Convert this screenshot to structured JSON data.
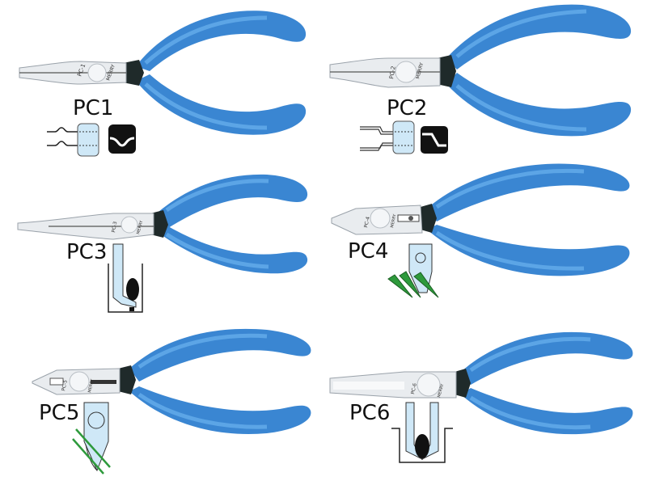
{
  "catalog": {
    "brand": "MERRY",
    "colors": {
      "handle": "#3a86d2",
      "handle_highlight": "#6bb2ee",
      "handle_shadow": "#2a6cb0",
      "steel": "#e9ecef",
      "steel_dark": "#9aa2aa",
      "collar": "#1f2a2a",
      "diagram_fill": "#cfe8f7",
      "wire_green": "#2e9a3c"
    },
    "tools": [
      {
        "label": "PC1",
        "engraving": "PC-1",
        "jaw": "flat-short",
        "diagram": "bent-lead-forming"
      },
      {
        "label": "PC2",
        "engraving": "PC-2",
        "jaw": "flat-short",
        "diagram": "offset-lead-forming"
      },
      {
        "label": "PC3",
        "engraving": "PC-3",
        "jaw": "long-flat-bent",
        "diagram": "bent-tip-holding"
      },
      {
        "label": "PC4",
        "engraving": "PC-4",
        "jaw": "end-cutter",
        "diagram": "lead-cutting"
      },
      {
        "label": "PC5",
        "engraving": "PC-5",
        "jaw": "side-cutter",
        "diagram": "angled-lead-cutting"
      },
      {
        "label": "PC6",
        "engraving": "PC-6",
        "jaw": "long-flat",
        "diagram": "component-holding"
      }
    ]
  }
}
